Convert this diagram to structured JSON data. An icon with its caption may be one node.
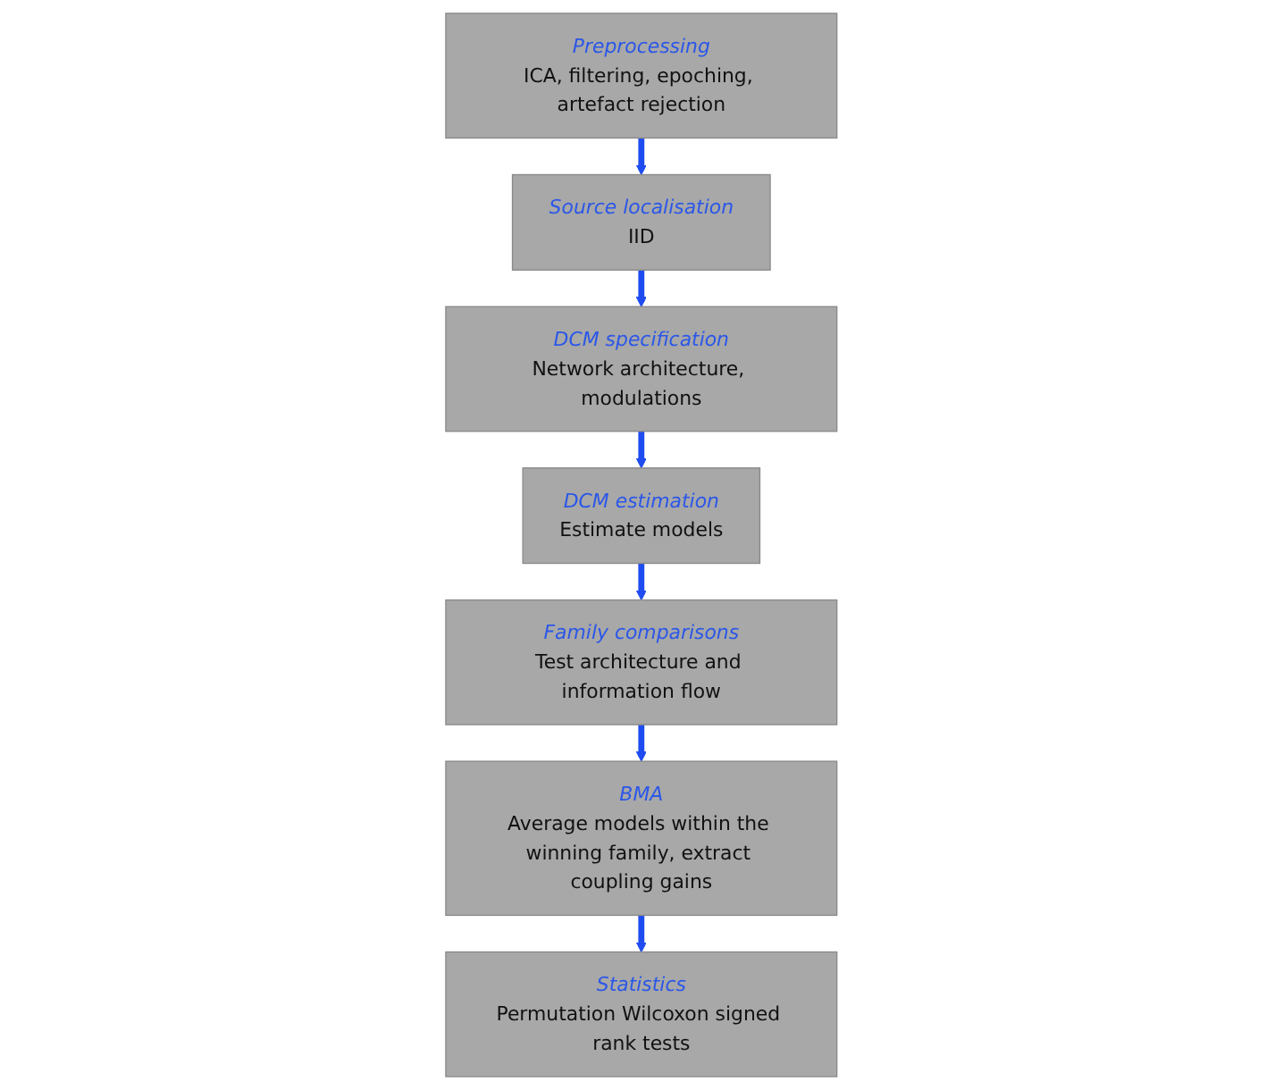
{
  "diagram": {
    "nodes": [
      {
        "text": [
          "Preprocessing",
          "ICA, filtering, epoching, artefact rejection"
        ]
      },
      {
        "text": [
          "Source localisation",
          "IID"
        ]
      },
      {
        "text": [
          "DCM specification",
          "Network architecture, modulations"
        ]
      },
      {
        "text": [
          "DCM estimation",
          "Estimate models"
        ]
      },
      {
        "text": [
          "Family comparisons",
          "Test architecture and information flow"
        ]
      },
      {
        "text": [
          "BMA",
          "Average models within the winning family, extract coupling gains"
        ]
      },
      {
        "text": [
          "Statistics",
          "Permutation Wilcoxon signed rank tests"
        ]
      }
    ],
    "edges": [
      {
        "from": 0,
        "to": 1,
        "arrow": "to"
      },
      {
        "from": 1,
        "to": 2,
        "arrow": "to"
      },
      {
        "from": 2,
        "to": 3,
        "arrow": "to"
      },
      {
        "from": 3,
        "to": 4,
        "arrow": "to"
      },
      {
        "from": 4,
        "to": 5,
        "arrow": "to"
      },
      {
        "from": 5,
        "to": 6,
        "arrow": "to"
      }
    ]
  }
}
